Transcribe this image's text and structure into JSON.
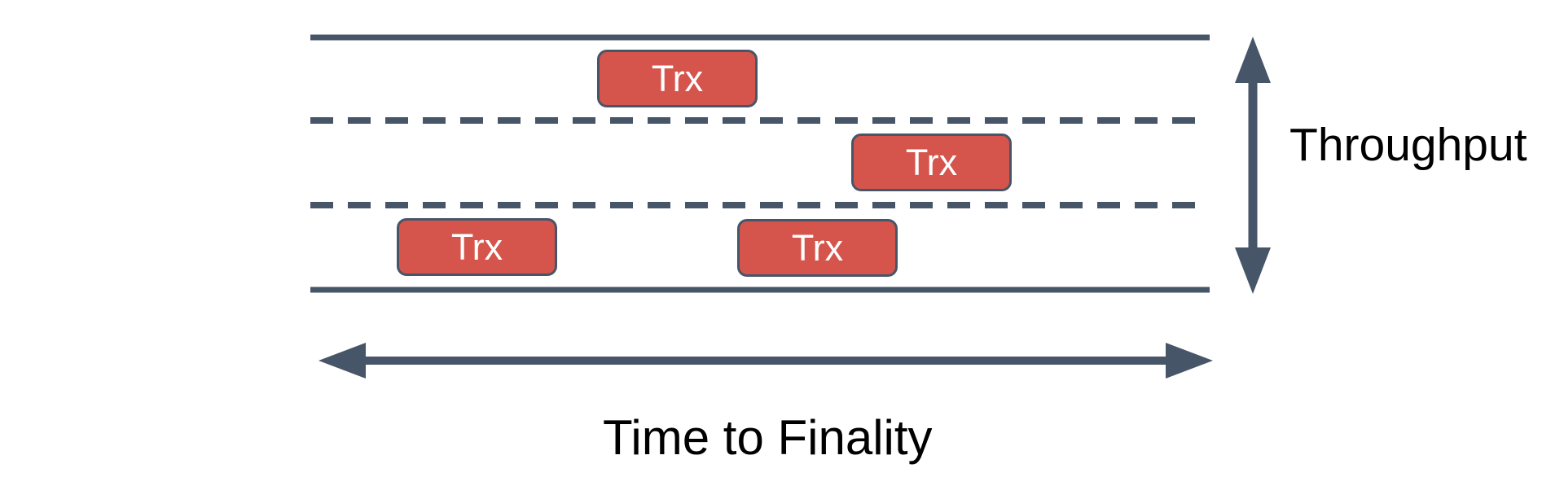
{
  "diagram": {
    "road": {
      "lane_count": 3
    },
    "transactions": [
      {
        "label": "Trx",
        "lane": "top"
      },
      {
        "label": "Trx",
        "lane": "middle"
      },
      {
        "label": "Trx",
        "lane": "bottom"
      },
      {
        "label": "Trx",
        "lane": "bottom"
      }
    ],
    "axes": {
      "vertical": {
        "label": "Throughput"
      },
      "horizontal": {
        "label": "Time to Finality"
      }
    }
  },
  "colors": {
    "slate": "#475569",
    "red": "#d5544b",
    "trx-text": "#ffffff",
    "text": "#000000",
    "background": "#ffffff"
  }
}
